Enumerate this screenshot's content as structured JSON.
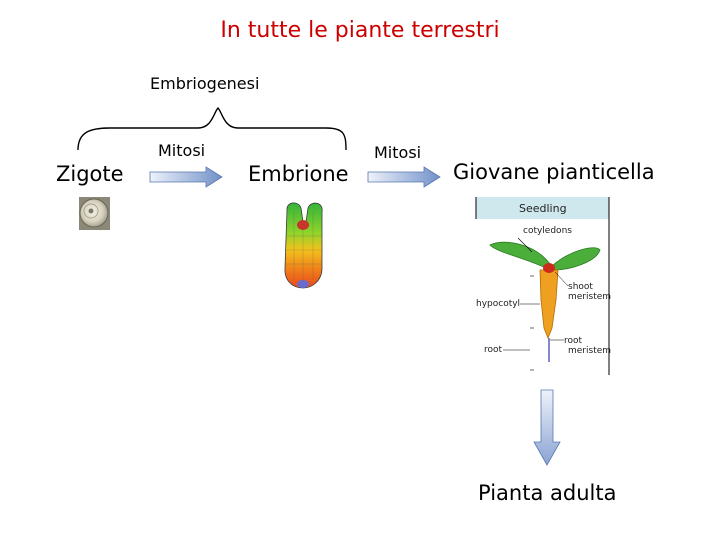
{
  "title": "In tutte le piante terrestri",
  "brace_label": "Embriogenesi",
  "arrows": [
    {
      "label": "Mitosi"
    },
    {
      "label": "Mitosi"
    }
  ],
  "stages": {
    "zygote": "Zigote",
    "embryo": "Embrione",
    "seedling": "Giovane pianticella",
    "adult": "Pianta adulta"
  },
  "seedling_figure": {
    "header": "Seedling",
    "labels": {
      "cotyledons": "cotyledons",
      "shoot_meristem_line1": "shoot",
      "shoot_meristem_line2": "meristem",
      "hypocotyl": "hypocotyl",
      "root_meristem_line1": "root",
      "root_meristem_line2": "meristem",
      "root": "root"
    }
  },
  "colors": {
    "title": "#cc0000",
    "arrow_fill_start": "#e6ecf7",
    "arrow_fill_end": "#6f8fc8",
    "seedling_header_bg": "#cfe8ee",
    "leaf_green": "#4cae3a",
    "hypocotyl_orange": "#f0a020",
    "meristem_red": "#cc2a1a"
  }
}
